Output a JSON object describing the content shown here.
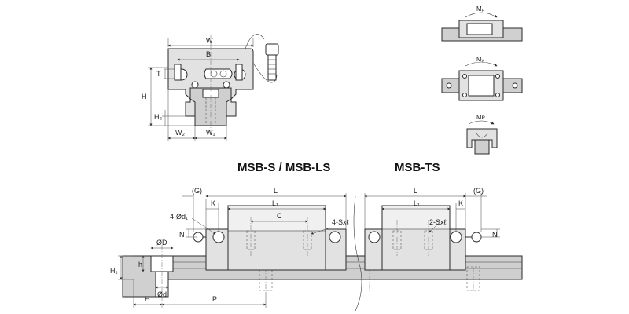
{
  "titles": {
    "msb_s": "MSB-S / MSB-LS",
    "msb_ts": "MSB-TS"
  },
  "cross_section": {
    "W": "W",
    "B": "B",
    "T": "T",
    "H": "H",
    "H2": "H₂",
    "W2": "W₂",
    "W1": "W₁"
  },
  "moments": {
    "mp": "Mₚ",
    "my": "Mᵧ",
    "mr": "Mʀ"
  },
  "left_side": {
    "G": "(G)",
    "L": "L",
    "L1": "L₁",
    "K": "K",
    "C": "C",
    "d1": "4-Ød₁",
    "S": "4-Sxℓ",
    "N": "N",
    "D": "ØD",
    "h": "h",
    "H1": "H₁",
    "d": "Ød",
    "E": "E",
    "P": "P"
  },
  "right_side": {
    "L": "L",
    "L1": "L₁",
    "G": "(G)",
    "K": "K",
    "S": "2-Sxℓ",
    "N": "N"
  }
}
